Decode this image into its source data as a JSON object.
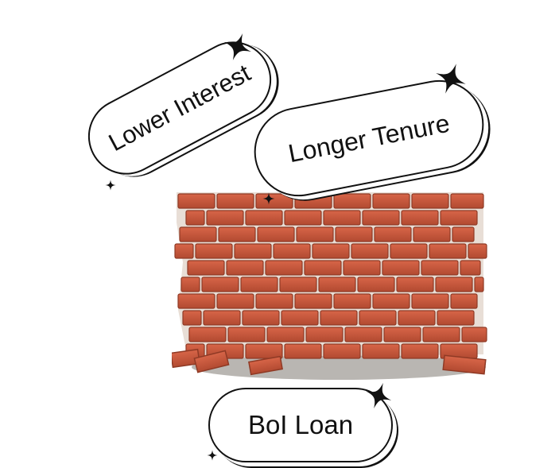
{
  "labels": {
    "lower_interest": "Lower Interest",
    "longer_tenure": "Longer Tenure",
    "boi_loan": "BoI Loan"
  },
  "colors": {
    "brick": "#c0533a",
    "brick_dark": "#8f3a25",
    "mortar": "#e8ded6",
    "outline": "#111111",
    "ground": "#b9b6b2"
  },
  "icons": [
    "sparkle-star-icon",
    "brick-wall-illustration"
  ]
}
